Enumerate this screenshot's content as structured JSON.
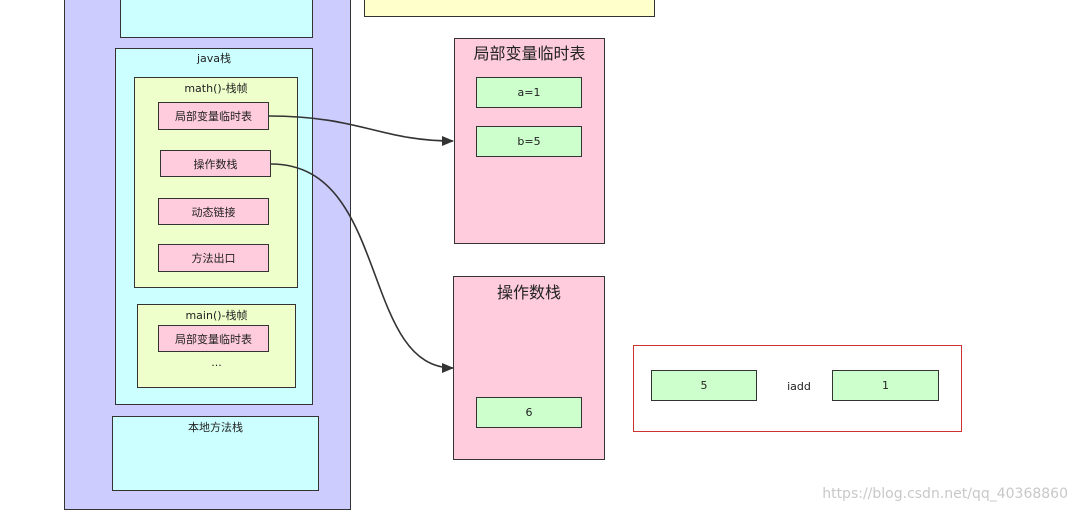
{
  "jvm": {
    "java_stack": {
      "title": "java栈",
      "math_frame": {
        "title": "math()-栈帧",
        "items": [
          "局部变量临时表",
          "操作数栈",
          "动态链接",
          "方法出口"
        ]
      },
      "main_frame": {
        "title": "main()-栈帧",
        "items": [
          "局部变量临时表"
        ],
        "ellipsis": "..."
      }
    },
    "native_stack": {
      "title": "本地方法栈"
    }
  },
  "local_var_table": {
    "title": "局部变量临时表",
    "entries": [
      "a=1",
      "b=5"
    ]
  },
  "operand_stack": {
    "title": "操作数栈",
    "entries": [
      "6"
    ]
  },
  "iadd_panel": {
    "left": "5",
    "op": "iadd",
    "right": "1"
  },
  "watermark": "https://blog.csdn.net/qq_40368860",
  "colors": {
    "outer_bg": "#ccccff",
    "stack_bg": "#ccffff",
    "frame_bg": "#eeffcc",
    "item_bg": "#ffccdd",
    "value_bg": "#ccffcc",
    "top_box_bg": "#ffffcc",
    "iadd_border": "#cc3333"
  }
}
